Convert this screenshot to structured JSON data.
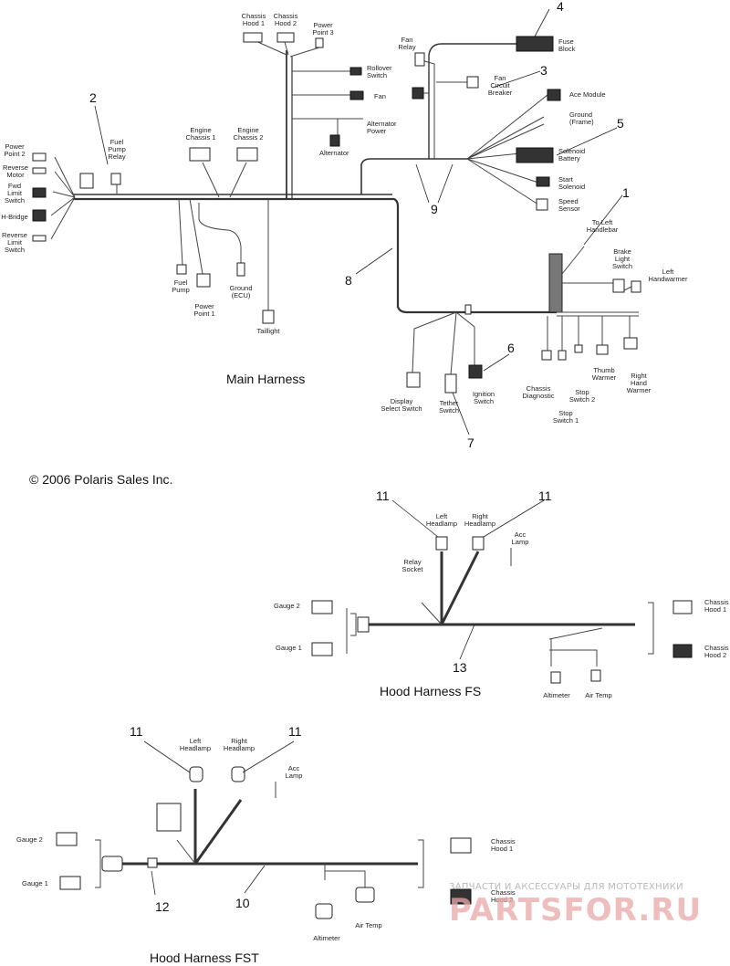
{
  "main_harness": {
    "title": "Main Harness",
    "labels": {
      "chassis_hood_1": [
        "Chassis",
        "Hood 1"
      ],
      "chassis_hood_2": [
        "Chassis",
        "Hood 2"
      ],
      "power_point_3": [
        "Power",
        "Point 3"
      ],
      "fan_relay": [
        "Fan",
        "Relay"
      ],
      "fuse_block": [
        "Fuse",
        "Block"
      ],
      "fan_circuit_breaker": [
        "Fan",
        "Circuit",
        "Breaker"
      ],
      "rollover_switch": [
        "Rollover",
        "Switch"
      ],
      "fan": [
        "Fan"
      ],
      "alternator_power": [
        "Alternator",
        "Power"
      ],
      "alternator": [
        "Alternator"
      ],
      "ace_module": [
        "Ace Module"
      ],
      "ground_frame": [
        "Ground",
        "(Frame)"
      ],
      "solenoid_battery": [
        "Solenoid",
        "Battery"
      ],
      "start_solenoid": [
        "Start",
        "Solenoid"
      ],
      "speed_sensor": [
        "Speed",
        "Sensor"
      ],
      "engine_chassis_1": [
        "Engine",
        "Chassis 1"
      ],
      "engine_chassis_2": [
        "Engine",
        "Chassis 2"
      ],
      "fuel_pump_relay": [
        "Fuel",
        "Pump",
        "Relay"
      ],
      "power_point_2": [
        "Power",
        "Point 2"
      ],
      "reverse_motor": [
        "Reverse",
        "Motor"
      ],
      "fwd_limit_switch": [
        "Fwd",
        "Limit",
        "Switch"
      ],
      "h_bridge": [
        "H-Bridge"
      ],
      "reverse_limit_switch": [
        "Reverse",
        "Limit",
        "Switch"
      ],
      "fuel_pump": [
        "Fuel",
        "Pump"
      ],
      "power_point_1": [
        "Power",
        "Point 1"
      ],
      "ground_ecu": [
        "Ground",
        "(ECU)"
      ],
      "taillight": [
        "Taillight"
      ],
      "to_left_handlebar": [
        "To Left",
        "Handlebar"
      ],
      "brake_light_switch": [
        "Brake",
        "Light",
        "Switch"
      ],
      "left_handwarmer": [
        "Left",
        "Handwarmer"
      ],
      "display_select_switch": [
        "Display",
        "Select Switch"
      ],
      "tether_switch": [
        "Tether",
        "Switch"
      ],
      "ignition_switch": [
        "Ignition",
        "Switch"
      ],
      "chassis_diagnostic": [
        "Chassis",
        "Diagnostic"
      ],
      "stop_switch_2": [
        "Stop",
        "Switch 2"
      ],
      "stop_switch_1": [
        "Stop",
        "Switch 1"
      ],
      "thumb_warmer": [
        "Thumb",
        "Warmer"
      ],
      "right_hand_warmer": [
        "Right",
        "Hand",
        "Warmer"
      ]
    },
    "callouts": {
      "c1": "1",
      "c2": "2",
      "c3": "3",
      "c4": "4",
      "c5": "5",
      "c6": "6",
      "c7": "7",
      "c8": "8",
      "c9": "9"
    }
  },
  "copyright": "© 2006 Polaris Sales Inc.",
  "hood_fs": {
    "title": "Hood Harness  FS",
    "labels": {
      "left_headlamp": [
        "Left",
        "Headlamp"
      ],
      "right_headlamp": [
        "Right",
        "Headlamp"
      ],
      "acc_lamp": [
        "Acc",
        "Lamp"
      ],
      "relay_socket": [
        "Relay",
        "Socket"
      ],
      "gauge_2": "Gauge 2",
      "gauge_1": "Gauge 1",
      "chassis_hood_1": [
        "Chassis",
        "Hood 1"
      ],
      "chassis_hood_2": [
        "Chassis",
        "Hood 2"
      ],
      "altimeter": "Altimeter",
      "air_temp": "Air Temp"
    },
    "callouts": {
      "c11a": "11",
      "c11b": "11",
      "c13": "13"
    }
  },
  "hood_fst": {
    "title": "Hood Harness  FST",
    "labels": {
      "left_headlamp": [
        "Left",
        "Headlamp"
      ],
      "right_headlamp": [
        "Right",
        "Headlamp"
      ],
      "acc_lamp": [
        "Acc",
        "Lamp"
      ],
      "gauge_2": "Gauge 2",
      "gauge_1": "Gauge 1",
      "chassis_hood_1": [
        "Chassis",
        "Hood 1"
      ],
      "chassis_hood_2": [
        "Chassis",
        "Hood 2"
      ],
      "altimeter": "Altimeter",
      "air_temp": "Air Temp"
    },
    "callouts": {
      "c11a": "11",
      "c11b": "11",
      "c12": "12",
      "c10": "10"
    }
  },
  "watermark": {
    "line1": "ЗАПЧАСТИ И АКСЕССУАРЫ ДЛЯ МОТОТЕХНИКИ",
    "line2": "PARTSFOR.RU"
  }
}
